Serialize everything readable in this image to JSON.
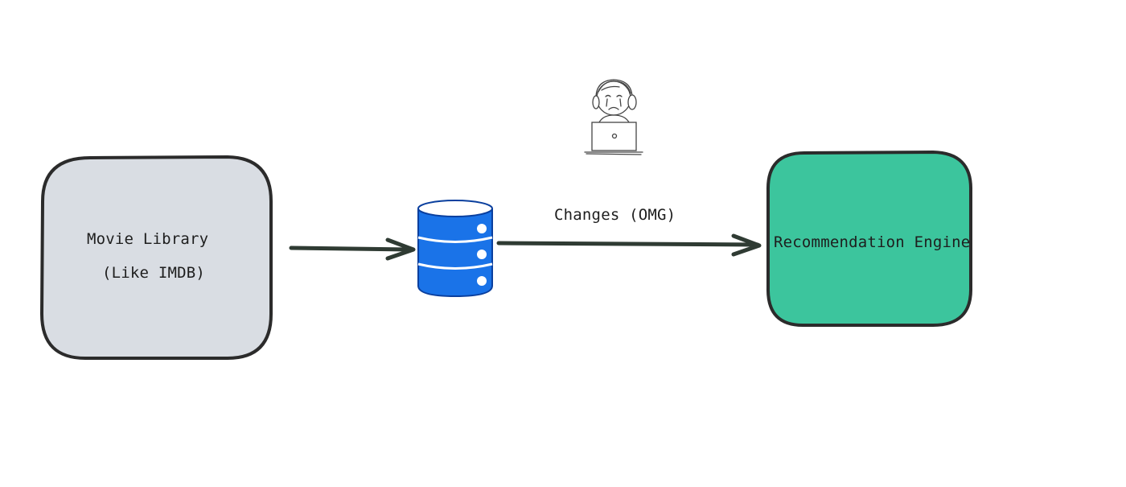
{
  "nodes": {
    "movie_library": {
      "line1": "Movie Library",
      "line2": "(Like IMDB)",
      "fill": "#d9dde3",
      "stroke": "#2b2b2b"
    },
    "database": {
      "icon": "database-icon",
      "color": "#1a73e8"
    },
    "recommendation_engine": {
      "label": "Recommendation Engine",
      "fill": "#3cc59d",
      "stroke": "#2b2b2b"
    },
    "person": {
      "icon": "sad-person-at-laptop-icon"
    }
  },
  "edges": {
    "library_to_db": {
      "label": ""
    },
    "db_to_engine": {
      "label": "Changes (OMG)"
    }
  }
}
